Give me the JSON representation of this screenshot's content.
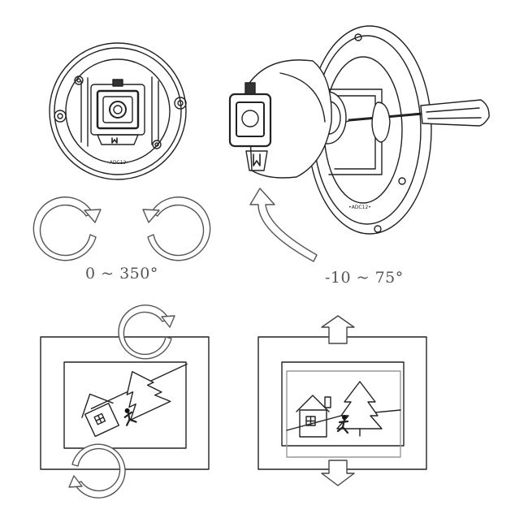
{
  "diagram": {
    "pan_range_label": "0 ~ 350°",
    "tilt_range_label": "-10 ~ 75°",
    "camera_model_mark": "•ADC12•",
    "line_color": "#222222",
    "arrow_color": "#444444",
    "fill_color": "#ffffff"
  }
}
